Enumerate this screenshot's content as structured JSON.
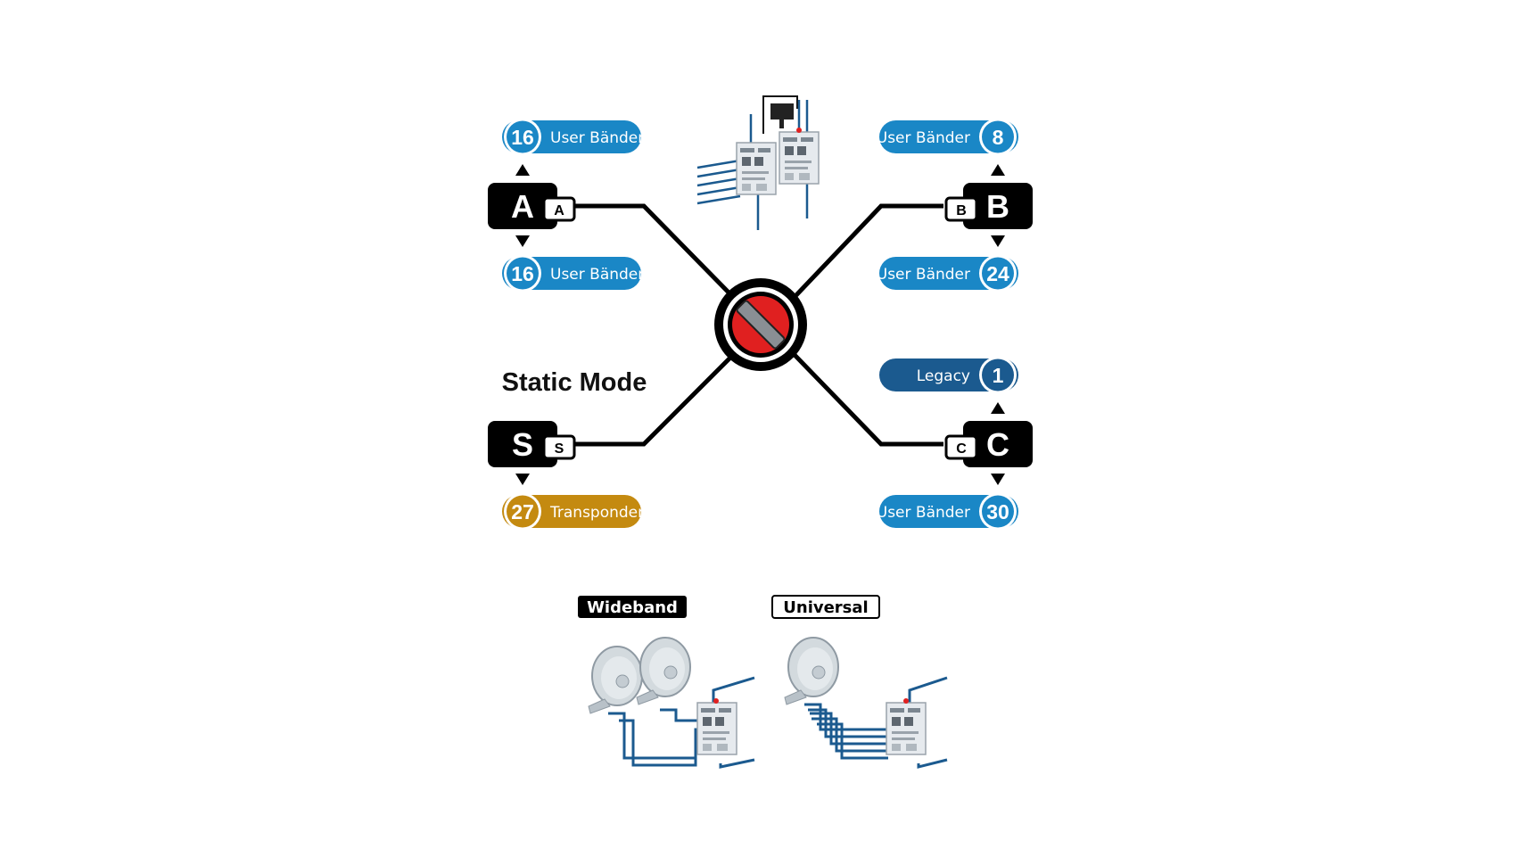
{
  "colors": {
    "blue": "#1a87c6",
    "navy": "#1b5a8f",
    "gold": "#c48a10",
    "red": "#e02020",
    "black": "#000000"
  },
  "modes": {
    "A": {
      "letter": "A",
      "small": "A"
    },
    "B": {
      "letter": "B",
      "small": "B"
    },
    "S": {
      "letter": "S",
      "small": "S",
      "title": "Static Mode"
    },
    "C": {
      "letter": "C",
      "small": "C"
    }
  },
  "badges": {
    "a_top": {
      "num": "16",
      "label": "User Bänder"
    },
    "a_bottom": {
      "num": "16",
      "label": "User Bänder"
    },
    "b_top": {
      "num": "8",
      "label": "User Bänder"
    },
    "b_bottom": {
      "num": "24",
      "label": "User Bänder"
    },
    "c_top": {
      "num": "1",
      "label": "Legacy"
    },
    "c_bottom": {
      "num": "30",
      "label": "User Bänder"
    },
    "s_bottom": {
      "num": "27",
      "label": "Transponder"
    }
  },
  "lnb": {
    "wideband": "Wideband",
    "universal": "Universal"
  },
  "icons": {
    "center": "rotary-switch-icon",
    "device": "multiswitch-device-icon",
    "dish": "satellite-dish-icon"
  }
}
